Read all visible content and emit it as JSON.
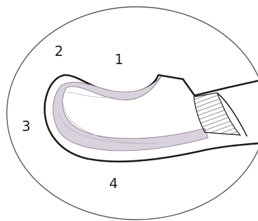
{
  "labels": {
    "region_1": "1",
    "region_2": "2",
    "region_3": "3",
    "region_4": "4"
  },
  "colors": {
    "outline": "#1a1a1a",
    "circle": "#555555",
    "tissue_fill": "#d9d2dd",
    "tissue_shade": "#b9b0c0",
    "handle_hatch": "#333333",
    "background": "#ffffff"
  }
}
